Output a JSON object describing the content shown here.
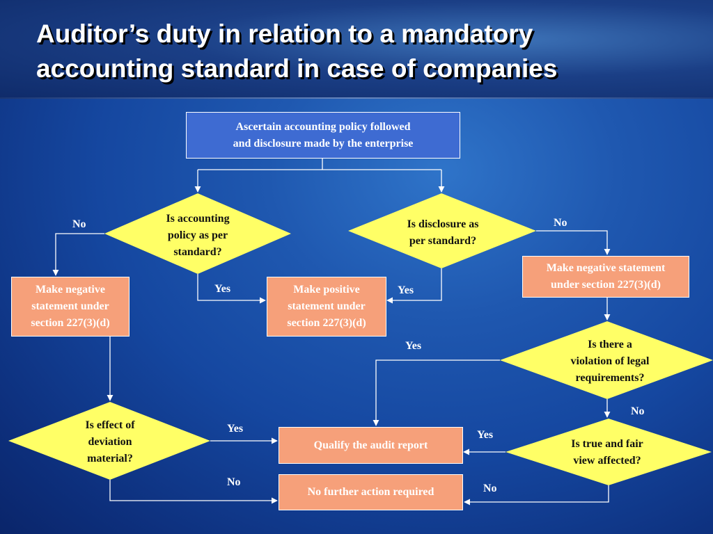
{
  "title": {
    "line1": "Auditor’s duty in relation to a mandatory",
    "line2": "accounting standard in case of companies"
  },
  "nodes": {
    "ascertain": [
      "Ascertain accounting policy followed",
      "and disclosure made by the enterprise"
    ],
    "policy_decision": [
      "Is accounting",
      "policy as per",
      "standard?"
    ],
    "disclosure_decision": [
      "Is disclosure as",
      "per standard?"
    ],
    "negative_left": [
      "Make negative",
      "statement under",
      "section 227(3)(d)"
    ],
    "positive": [
      "Make positive",
      "statement under",
      "section 227(3)(d)"
    ],
    "negative_right": [
      "Make negative statement",
      "under section 227(3)(d)"
    ],
    "violation_decision": [
      "Is there a",
      "violation of legal",
      "requirements?"
    ],
    "deviation_decision": [
      "Is effect of",
      "deviation",
      "material?"
    ],
    "qualify": [
      "Qualify the audit report"
    ],
    "no_action": [
      "No further action required"
    ],
    "true_fair_decision": [
      "Is true and fair",
      "view affected?"
    ]
  },
  "labels": {
    "policy_no": "No",
    "policy_yes": "Yes",
    "disclosure_no": "No",
    "disclosure_yes": "Yes",
    "violation_yes": "Yes",
    "violation_no": "No",
    "deviation_yes": "Yes",
    "deviation_no": "No",
    "truefair_yes": "Yes",
    "truefair_no": "No"
  },
  "colors": {
    "decision_fill": "#ffff66",
    "action_fill": "#f6a07a",
    "start_fill": "#3e6bd2",
    "connector": "#ffffff"
  }
}
